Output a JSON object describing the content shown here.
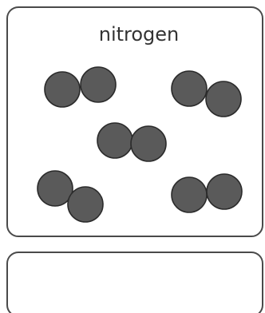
{
  "diagram": {
    "sample_label": "nitrogen",
    "molecule": {
      "formula_type": "diatomic",
      "atoms_per_molecule": 2,
      "atom_color": "#5a5a5a",
      "outline_color": "#2b2b2b"
    },
    "molecule_count": 5,
    "empty_box_count": 1,
    "border_color": "#4a4a4a"
  }
}
